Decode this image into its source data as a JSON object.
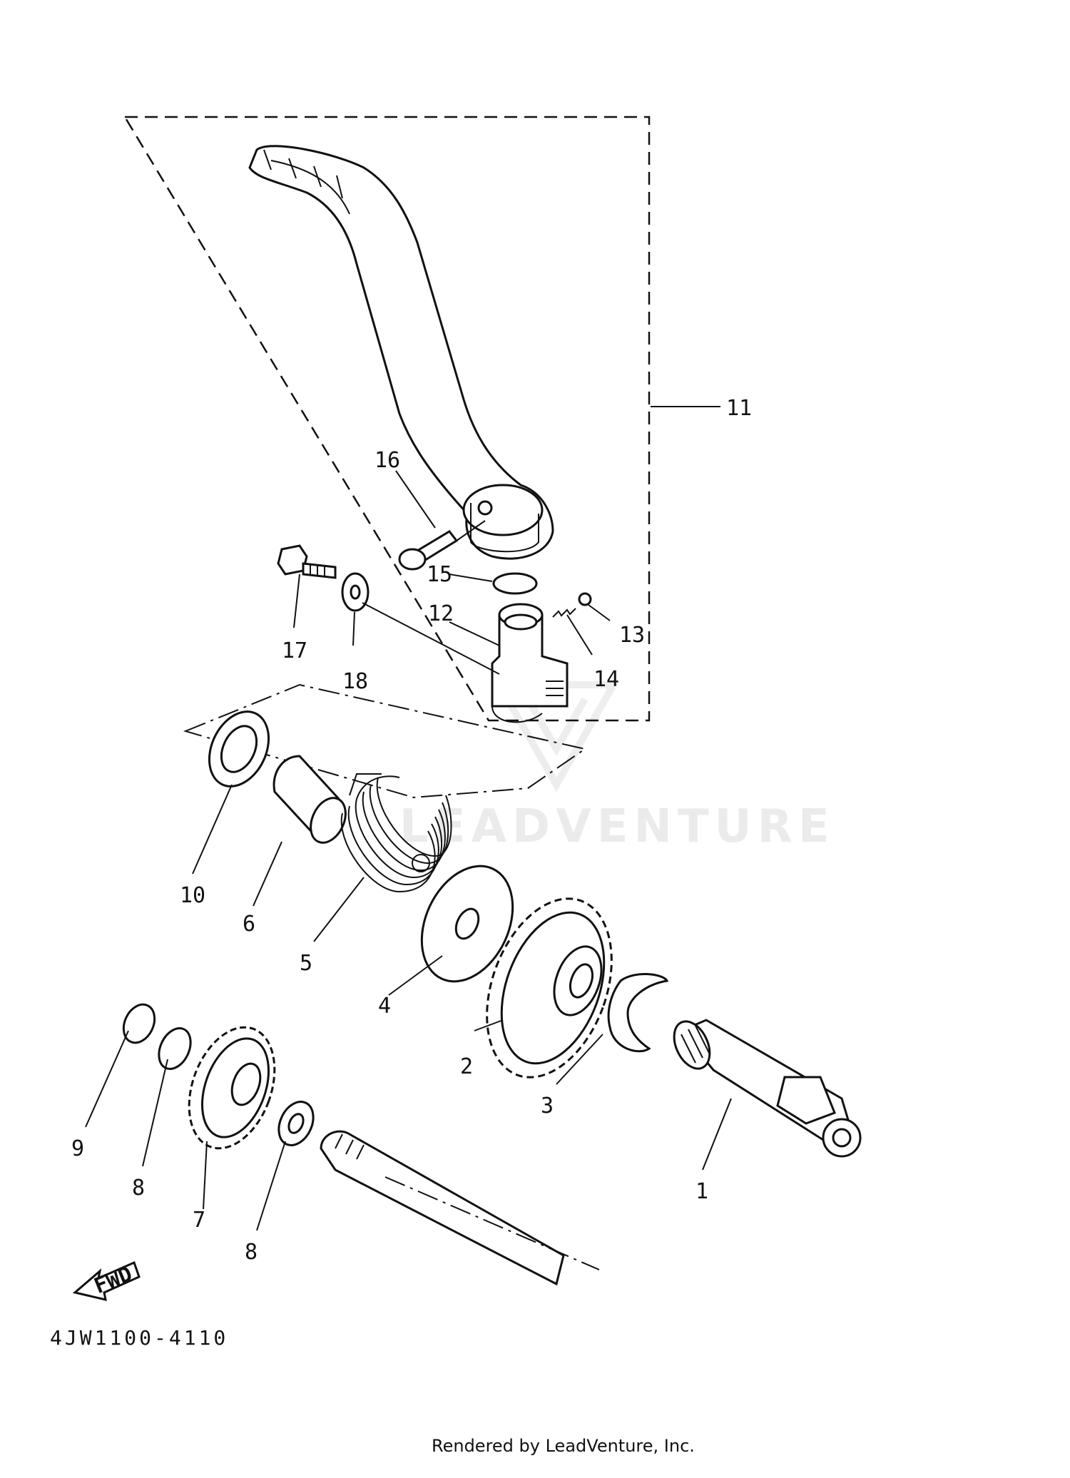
{
  "diagram": {
    "drawing_code": "4JW1100-4110",
    "fwd_label": "FWD",
    "footer": "Rendered by LeadVenture, Inc.",
    "watermark": "LEADVENTURE",
    "callouts": {
      "c1": "1",
      "c2": "2",
      "c3": "3",
      "c4": "4",
      "c5": "5",
      "c6": "6",
      "c7": "7",
      "c8a": "8",
      "c8b": "8",
      "c9": "9",
      "c10": "10",
      "c11": "11",
      "c12": "12",
      "c13": "13",
      "c14": "14",
      "c15": "15",
      "c16": "16",
      "c17": "17",
      "c18": "18"
    }
  }
}
